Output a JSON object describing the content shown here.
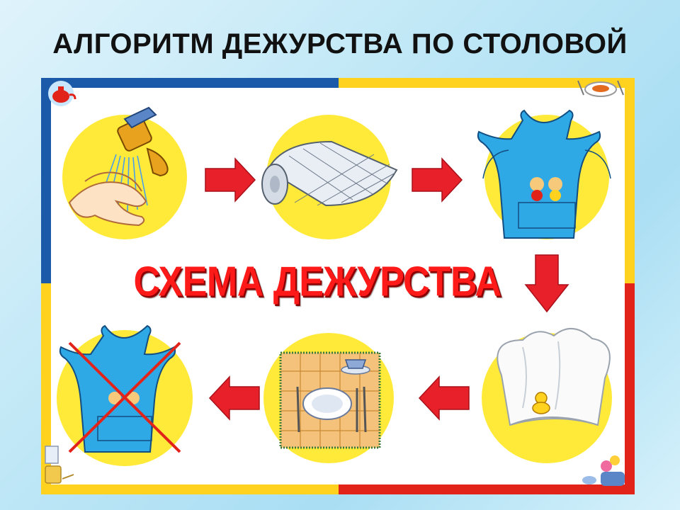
{
  "slide": {
    "title": "АЛГОРИТМ ДЕЖУРСТВА ПО СТОЛОВОЙ"
  },
  "poster": {
    "heading": "СХЕМА ДЕЖУРСТВА",
    "steps": [
      {
        "id": "wash-hands",
        "icon": "washing-hands-icon"
      },
      {
        "id": "towel",
        "icon": "towel-icon"
      },
      {
        "id": "apron-on",
        "icon": "apron-icon"
      },
      {
        "id": "chef-hat",
        "icon": "chef-hat-icon"
      },
      {
        "id": "table-setting",
        "icon": "table-setting-icon"
      },
      {
        "id": "apron-off",
        "icon": "crossed-apron-icon"
      }
    ],
    "colors": {
      "frame_blue": "#1a5aa8",
      "frame_yellow": "#ffd21f",
      "frame_red": "#e2231a",
      "circle_yellow": "#ffea3a",
      "arrow_red": "#e8202a",
      "apron_blue": "#2fa8e6",
      "heading_red": "#ff1a1a"
    }
  }
}
